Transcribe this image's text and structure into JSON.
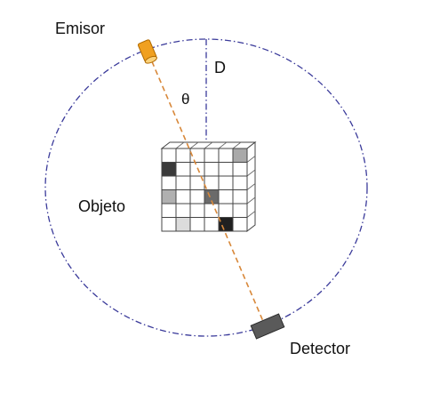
{
  "labels": {
    "emitter": "Emisor",
    "detector": "Detector",
    "object": "Objeto",
    "axis": "D",
    "angle": "θ"
  },
  "colors": {
    "orbit": "#3a3a9a",
    "axis": "#3a3a9a",
    "beam": "#d8883a",
    "emitter_body": "#f0a020",
    "emitter_face": "#fbd27a",
    "detector_body": "#5a5a5a",
    "grid_line": "#444444",
    "cell_white": "#ffffff"
  },
  "object_grid": {
    "rows": 6,
    "cols": 6,
    "shaded_cells": [
      {
        "row": 0,
        "col": 5,
        "shade": "#a9a9a9"
      },
      {
        "row": 1,
        "col": 0,
        "shade": "#3a3a3a"
      },
      {
        "row": 3,
        "col": 0,
        "shade": "#b0b0b0"
      },
      {
        "row": 3,
        "col": 3,
        "shade": "#6a6a6a"
      },
      {
        "row": 5,
        "col": 1,
        "shade": "#dcdcdc"
      },
      {
        "row": 5,
        "col": 4,
        "shade": "#202020"
      }
    ]
  }
}
